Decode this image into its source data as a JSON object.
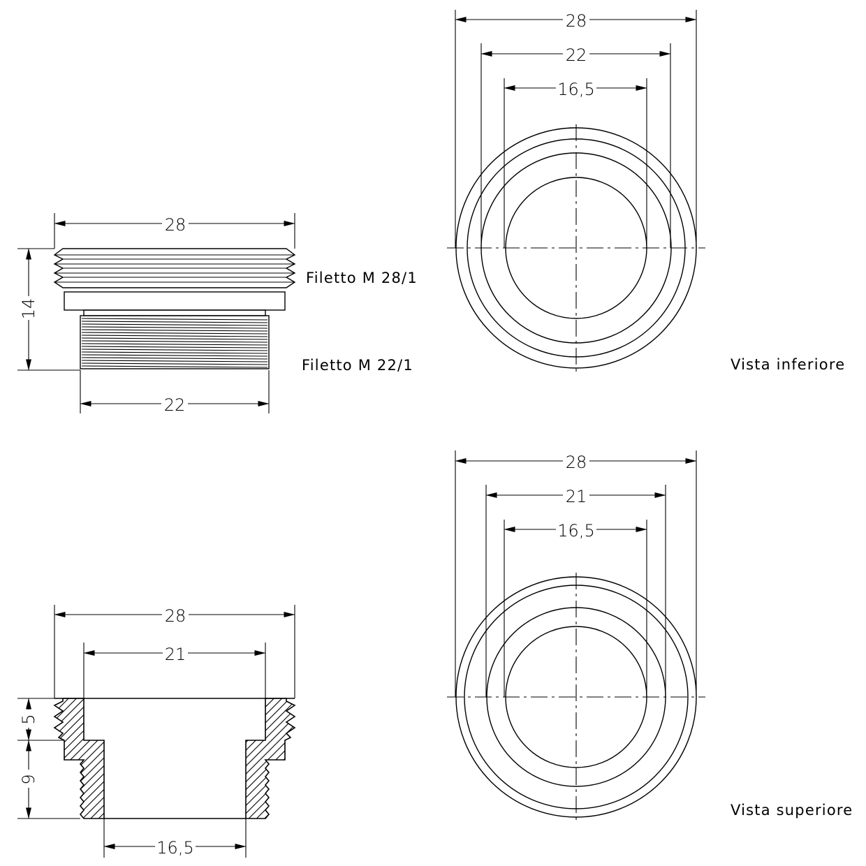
{
  "labels": {
    "thread_upper": "Filetto M 28/1",
    "thread_lower": "Filetto M 22/1",
    "view_bottom": "Vista inferiore",
    "view_top": "Vista superiore"
  },
  "side_view": {
    "width_top": "28",
    "width_bottom": "22",
    "height": "14"
  },
  "section_view": {
    "outer": "28",
    "bore_top": "21",
    "bore_bottom": "16,5",
    "height_upper": "5",
    "height_lower": "9"
  },
  "bottom_view": {
    "d_outer": "28",
    "d_mid": "22",
    "d_inner": "16,5"
  },
  "top_view": {
    "d_outer": "28",
    "d_mid": "21",
    "d_inner": "16,5"
  }
}
